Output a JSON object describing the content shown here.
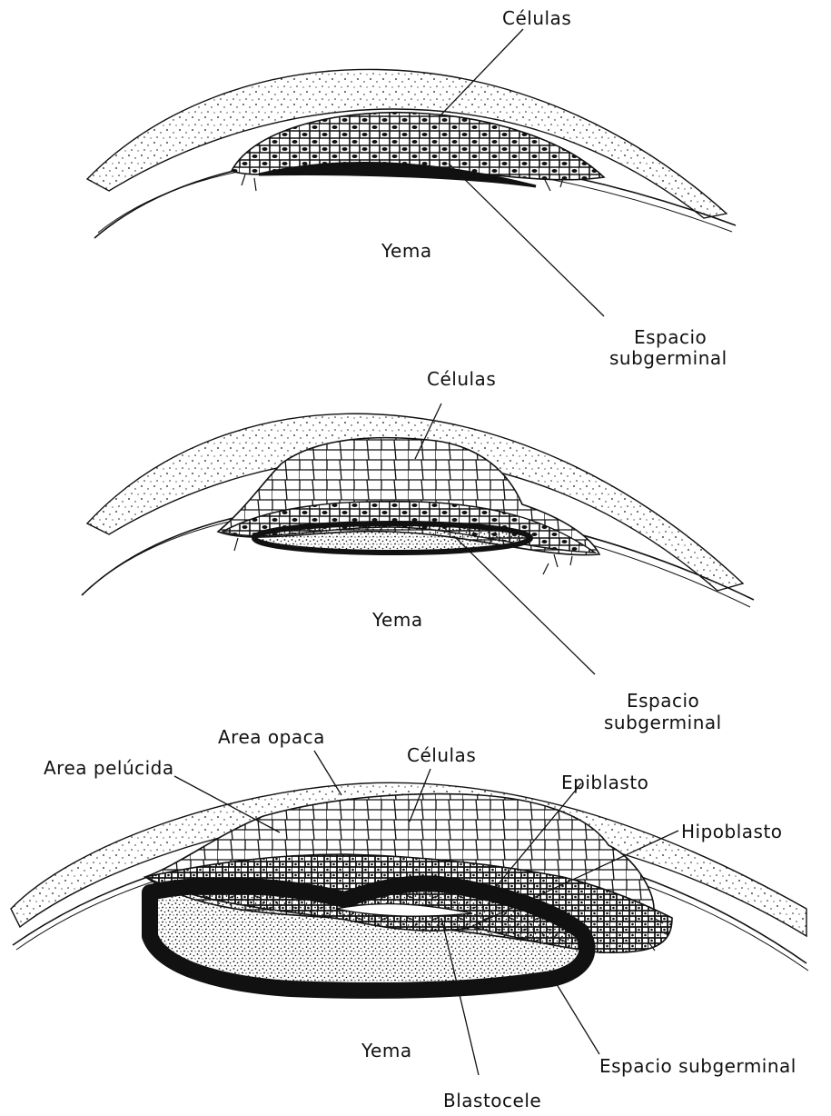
{
  "panels": [
    {
      "labels": {
        "cells": "Células",
        "yolk": "Yema",
        "space_line1": "Espacio",
        "space_line2": "subgerminal"
      }
    },
    {
      "labels": {
        "cells": "Células",
        "yolk": "Yema",
        "space_line1": "Espacio",
        "space_line2": "subgerminal"
      }
    },
    {
      "labels": {
        "area_opaca": "Area opaca",
        "area_pelucida": "Area pelúcida",
        "cells": "Células",
        "epiblast": "Epiblasto",
        "hypoblast": "Hipoblasto",
        "yolk": "Yema",
        "space": "Espacio subgerminal",
        "blastocoel": "Blastocele"
      }
    }
  ],
  "colors": {
    "ink": "#111111",
    "paper": "#ffffff"
  }
}
